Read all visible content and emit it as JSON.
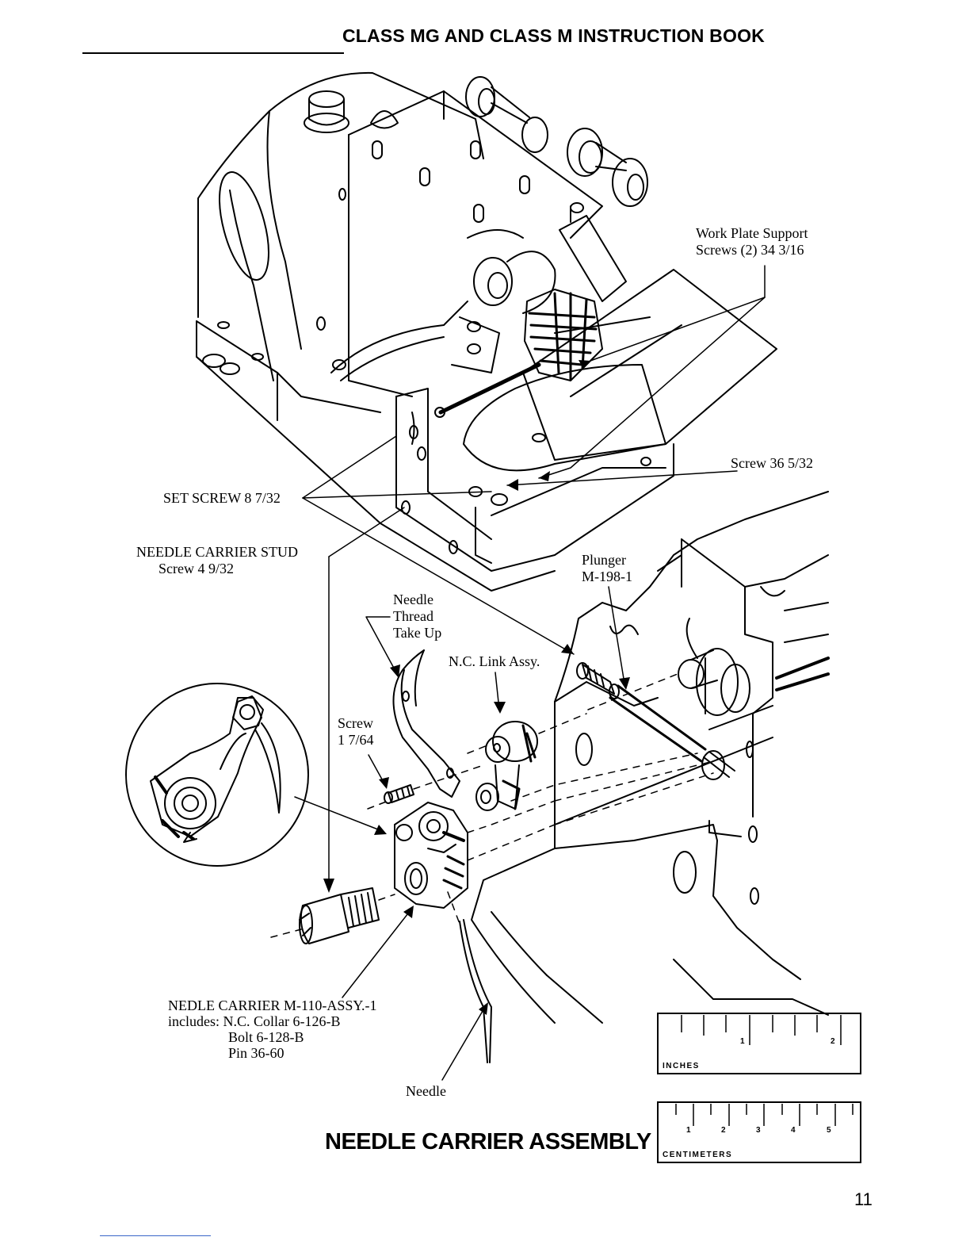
{
  "header": {
    "title": "CLASS MG AND CLASS M INSTRUCTION BOOK"
  },
  "labels": {
    "work_plate_line1": "Work Plate Support",
    "work_plate_line2": "Screws (2) 34 3/16",
    "screw_36": "Screw 36 5/32",
    "set_screw": "SET SCREW 8 7/32",
    "needle_carrier_stud_line1": "NEEDLE CARRIER STUD",
    "needle_carrier_stud_line2": "Screw 4 9/32",
    "plunger_line1": "Plunger",
    "plunger_line2": "M-198-1",
    "needle_thread_line1": "Needle",
    "needle_thread_line2": "Thread",
    "needle_thread_line3": "Take Up",
    "nc_link": "N.C. Link Assy.",
    "screw_1_line1": "Screw",
    "screw_1_line2": "1 7/64",
    "nedle_carrier_line1": "NEDLE CARRIER M-110-ASSY.-1",
    "nedle_carrier_line2": "includes: N.C. Collar 6-126-B",
    "nedle_carrier_line3": "Bolt 6-128-B",
    "nedle_carrier_line4": "Pin 36-60",
    "needle": "Needle"
  },
  "rulers": {
    "inches": {
      "label": "INCHES",
      "ticks": [
        "1",
        "2"
      ]
    },
    "centimeters": {
      "label": "CENTIMETERS",
      "ticks": [
        "1",
        "2",
        "3",
        "4",
        "5"
      ]
    }
  },
  "caption": "NEEDLE CARRIER ASSEMBLY",
  "page_number": "11"
}
